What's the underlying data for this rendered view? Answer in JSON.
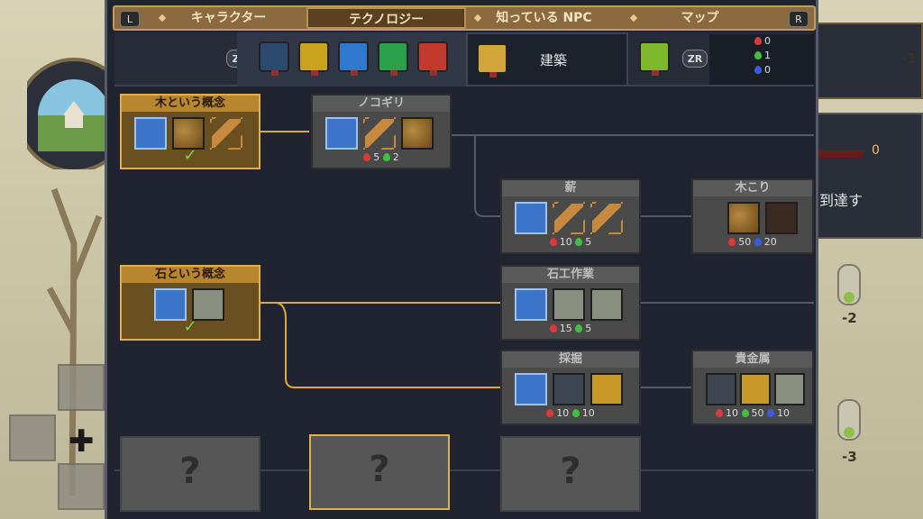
{
  "tabs": [
    "キャラクター",
    "テクノロジー",
    "知っている NPC",
    "マップ"
  ],
  "active_tab": "テクノロジー",
  "shoulder_left": "L",
  "shoulder_right": "R",
  "zl": "ZL",
  "zr": "ZR",
  "category_active_label": "建築",
  "resources": [
    {
      "color": "#d93a3a",
      "value": "0"
    },
    {
      "color": "#3ec23e",
      "value": "1"
    },
    {
      "color": "#3a5bdb",
      "value": "0"
    }
  ],
  "colors": {
    "cat1": "#2c4a6e",
    "cat2": "#c9a21e",
    "cat3": "#2f7ad0",
    "cat4": "#2aa04a",
    "cat5": "#c0392b",
    "cat_active": "#d4a53a",
    "cat_last": "#7db82a"
  },
  "nodes": [
    {
      "id": "wood-concept",
      "title": "木という概念",
      "done": true,
      "icons": [
        "bp",
        "wood",
        "plank"
      ],
      "costs": []
    },
    {
      "id": "saw",
      "title": "ノコギリ",
      "done": false,
      "icons": [
        "bp",
        "plank",
        "wood"
      ],
      "costs": [
        {
          "c": "r",
          "v": "5"
        },
        {
          "c": "g",
          "v": "2"
        }
      ]
    },
    {
      "id": "firewood",
      "title": "薪",
      "done": false,
      "icons": [
        "bp",
        "plank",
        "plank"
      ],
      "costs": [
        {
          "c": "r",
          "v": "10"
        },
        {
          "c": "g",
          "v": "5"
        }
      ]
    },
    {
      "id": "woodcut",
      "title": "木こり",
      "done": false,
      "icons": [
        "wood",
        "person"
      ],
      "costs": [
        {
          "c": "r",
          "v": "50"
        },
        {
          "c": "b",
          "v": "20"
        }
      ]
    },
    {
      "id": "stone-concept",
      "title": "石という概念",
      "done": true,
      "icons": [
        "bp",
        "stone"
      ],
      "costs": []
    },
    {
      "id": "masonry",
      "title": "石工作業",
      "done": false,
      "icons": [
        "bp",
        "stone",
        "stone"
      ],
      "costs": [
        {
          "c": "r",
          "v": "15"
        },
        {
          "c": "g",
          "v": "5"
        }
      ]
    },
    {
      "id": "mining",
      "title": "採掘",
      "done": false,
      "icons": [
        "bp",
        "ore",
        "gold"
      ],
      "costs": [
        {
          "c": "r",
          "v": "10"
        },
        {
          "c": "g",
          "v": "10"
        }
      ]
    },
    {
      "id": "metalwork",
      "title": "貴金属",
      "done": false,
      "icons": [
        "ore",
        "gold",
        "stone"
      ],
      "costs": [
        {
          "c": "r",
          "v": "10"
        },
        {
          "c": "g",
          "v": "50"
        },
        {
          "c": "b",
          "v": "10"
        }
      ]
    }
  ],
  "locked_mark": "?",
  "right_panel": {
    "value": "0",
    "text": "到達す"
  },
  "graves": [
    "-1",
    "-2",
    "-3"
  ]
}
